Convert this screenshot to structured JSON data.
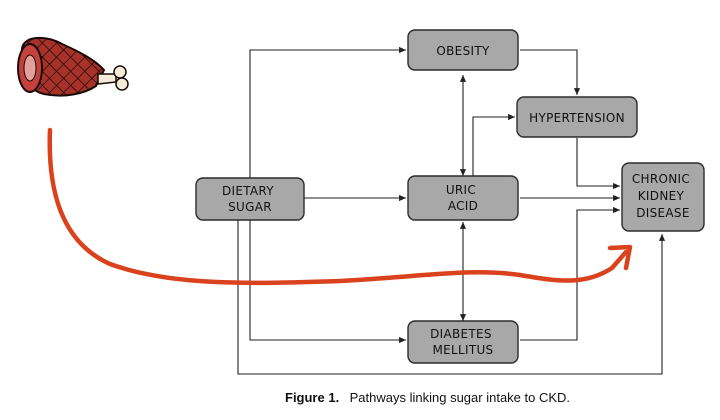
{
  "diagram": {
    "nodes": {
      "obesity": [
        "OBESITY"
      ],
      "hypertension": [
        "HYPERTENSION"
      ],
      "dietary_sugar": [
        "DIETARY",
        "SUGAR"
      ],
      "uric_acid": [
        "URIC",
        "ACID"
      ],
      "ckd": [
        "CHRONIC",
        "KIDNEY",
        "DISEASE"
      ],
      "diabetes": [
        "DIABETES",
        "MELLITUS"
      ]
    },
    "colors": {
      "node_fill": "#a8a8a8",
      "node_stroke": "#2b2b2b",
      "scribble": "#d9421c",
      "ham_meat": "#a8322a",
      "bone": "#f2ecd8"
    },
    "icons": {
      "illustration": "ham-leg-icon"
    }
  },
  "caption": {
    "label": "Figure 1.",
    "text": "Pathways linking sugar intake to CKD."
  }
}
